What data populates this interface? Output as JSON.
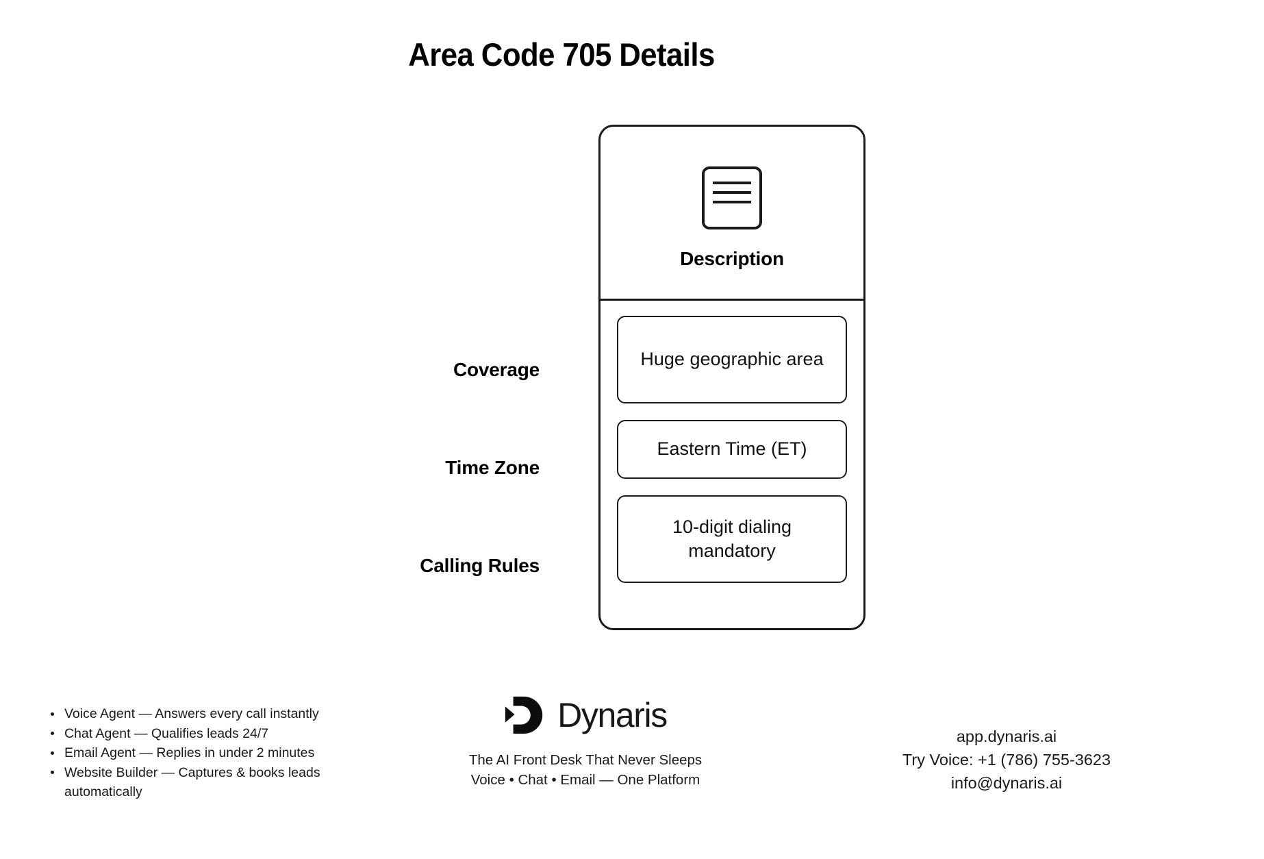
{
  "page": {
    "title": "Area Code 705 Details"
  },
  "table": {
    "header": {
      "icon": "document-lines-icon",
      "label": "Description"
    },
    "rows": [
      {
        "label": "Coverage",
        "value": "Huge geographic area"
      },
      {
        "label": "Time Zone",
        "value": "Eastern Time (ET)"
      },
      {
        "label": "Calling Rules",
        "value": "10-digit dialing mandatory"
      }
    ]
  },
  "footer": {
    "bullets": [
      "Voice Agent — Answers every call instantly",
      "Chat Agent — Qualifies leads 24/7",
      "Email Agent — Replies in under 2 minutes",
      " Website Builder — Captures & books leads automatically"
    ],
    "brand": {
      "logo_icon": "dynaris-d-mark-icon",
      "name": "Dynaris",
      "tagline_line1": "The AI Front Desk That Never Sleeps",
      "tagline_line2": "Voice • Chat • Email — One Platform"
    },
    "contact": {
      "site": "app.dynaris.ai",
      "phone": "Try Voice: +1 (786) 755-3623",
      "email": "info@dynaris.ai"
    }
  },
  "colors": {
    "ink": "#111111",
    "stroke": "#1a1a1a",
    "background": "#ffffff"
  }
}
